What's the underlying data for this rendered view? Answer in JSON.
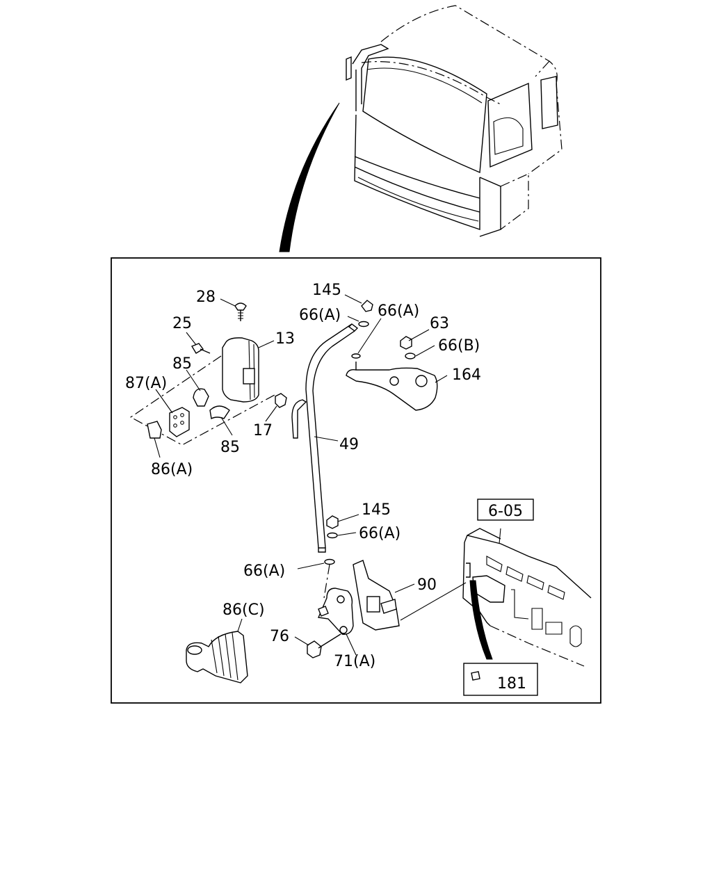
{
  "callouts": {
    "p145_top": "145",
    "p28": "28",
    "p66a_1": "66(A)",
    "p66a_2": "66(A)",
    "p63": "63",
    "p25": "25",
    "p13": "13",
    "p66b": "66(B)",
    "p85_top": "85",
    "p164": "164",
    "p87a": "87(A)",
    "p17": "17",
    "p49": "49",
    "p85_bot": "85",
    "p86a": "86(A)",
    "p145_bot": "145",
    "p66a_3": "66(A)",
    "p66a_4": "66(A)",
    "p90": "90",
    "p86c": "86(C)",
    "p76": "76",
    "p71a": "71(A)",
    "p181": "181"
  },
  "ref_box": "6-05"
}
